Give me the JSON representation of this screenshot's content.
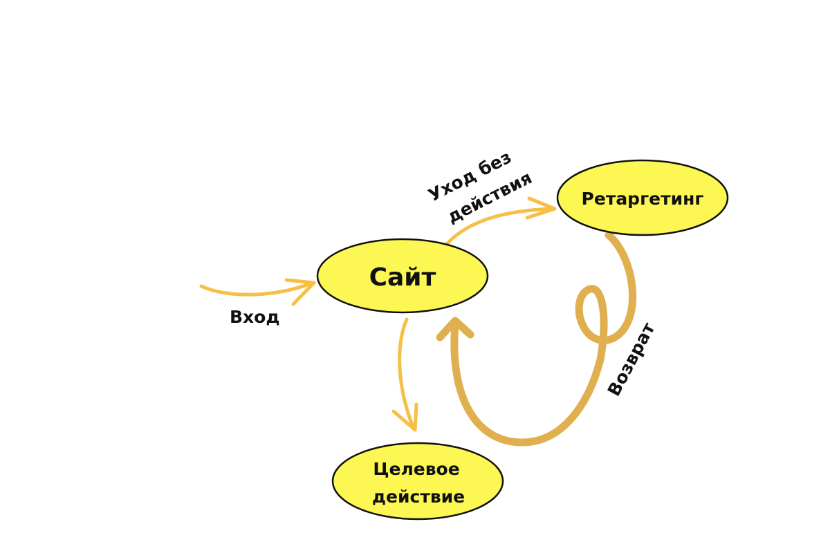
{
  "colors": {
    "node_fill": "#FCF752",
    "node_stroke": "#111111",
    "arrow_light": "#F6BF45",
    "arrow_dark": "#E0B050",
    "text": "#111111"
  },
  "nodes": {
    "site": {
      "label": "Сайт"
    },
    "retargeting": {
      "label": "Ретаргетинг"
    },
    "target_action": {
      "label_line1": "Целевое",
      "label_line2": "действие"
    }
  },
  "edges": {
    "entry": {
      "label": "Вход"
    },
    "leave": {
      "label_line1": "Уход без",
      "label_line2": "действия"
    },
    "return": {
      "label": "Возврат"
    }
  }
}
